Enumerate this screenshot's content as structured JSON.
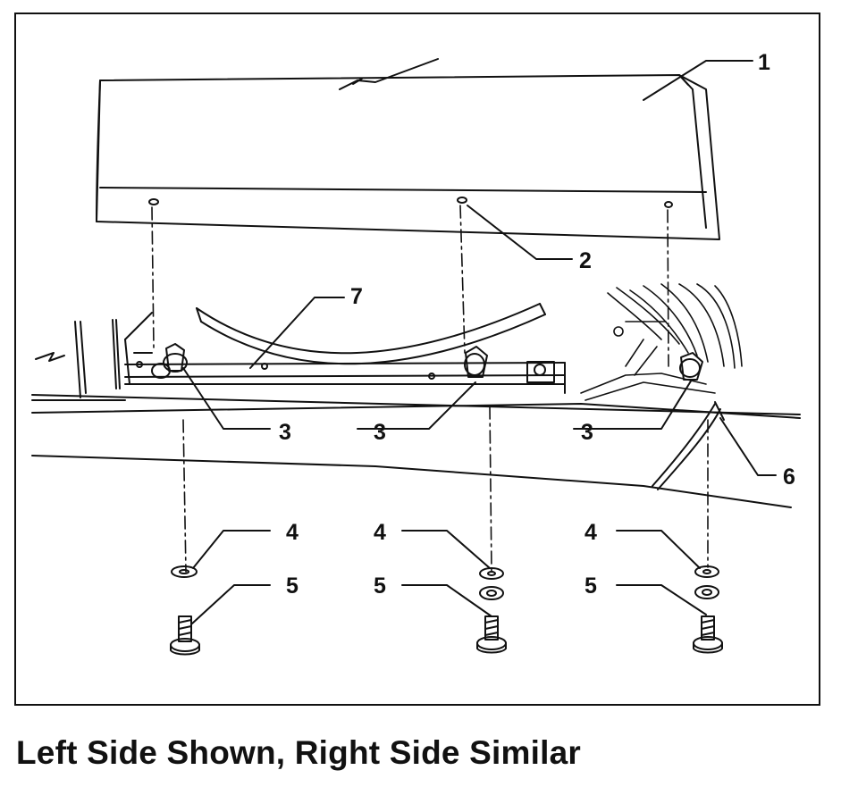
{
  "caption": "Left Side Shown, Right Side Similar",
  "callouts": {
    "c1": "1",
    "c2": "2",
    "c3a": "3",
    "c3b": "3",
    "c3c": "3",
    "c4a": "4",
    "c4b": "4",
    "c4c": "4",
    "c5a": "5",
    "c5b": "5",
    "c5c": "5",
    "c6": "6",
    "c7": "7"
  },
  "colors": {
    "ink": "#111111",
    "paper": "#ffffff"
  }
}
